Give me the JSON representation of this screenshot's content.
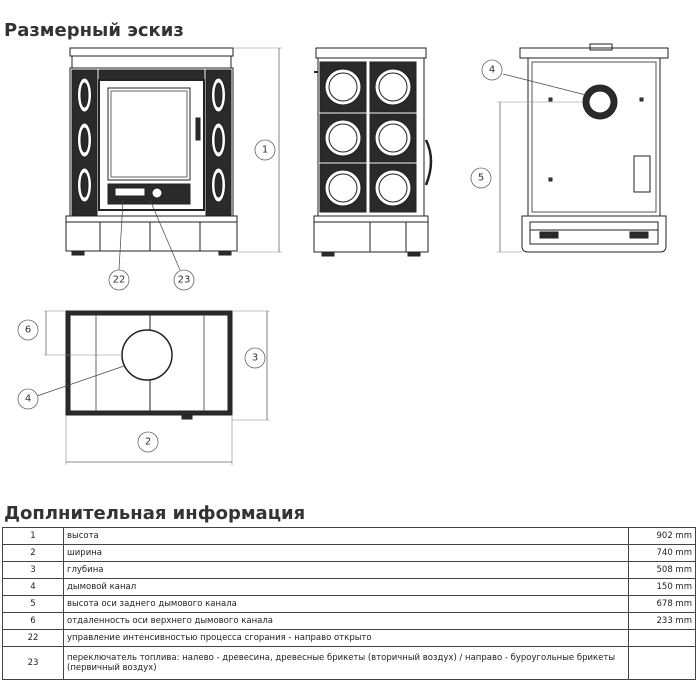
{
  "title": "Размерный эскиз",
  "info_title": "Доплнительная информация",
  "callouts": {
    "c1": "1",
    "c2": "2",
    "c3": "3",
    "c4a": "4",
    "c4b": "4",
    "c5": "5",
    "c6": "6",
    "c22": "22",
    "c23": "23"
  },
  "table_rows": [
    {
      "num": "1",
      "desc": "высота",
      "value": "902 mm"
    },
    {
      "num": "2",
      "desc": "ширина",
      "value": "740 mm"
    },
    {
      "num": "3",
      "desc": "глубина",
      "value": "508 mm"
    },
    {
      "num": "4",
      "desc": "дымовой канал",
      "value": "150 mm"
    },
    {
      "num": "5",
      "desc": "высота оси заднего дымового канала",
      "value": "678 mm"
    },
    {
      "num": "6",
      "desc": "отдаленность оси верхнего дымового канала",
      "value": "233 mm"
    },
    {
      "num": "22",
      "desc": "управление интенсивностью процесса сгорания - направо открыто",
      "value": ""
    },
    {
      "num": "23",
      "desc": "переключатель топлива: налево - древесина, древесные брикеты (вторичный воздух) / направо - буроугольные брикеты (первичный воздух)",
      "value": ""
    }
  ]
}
